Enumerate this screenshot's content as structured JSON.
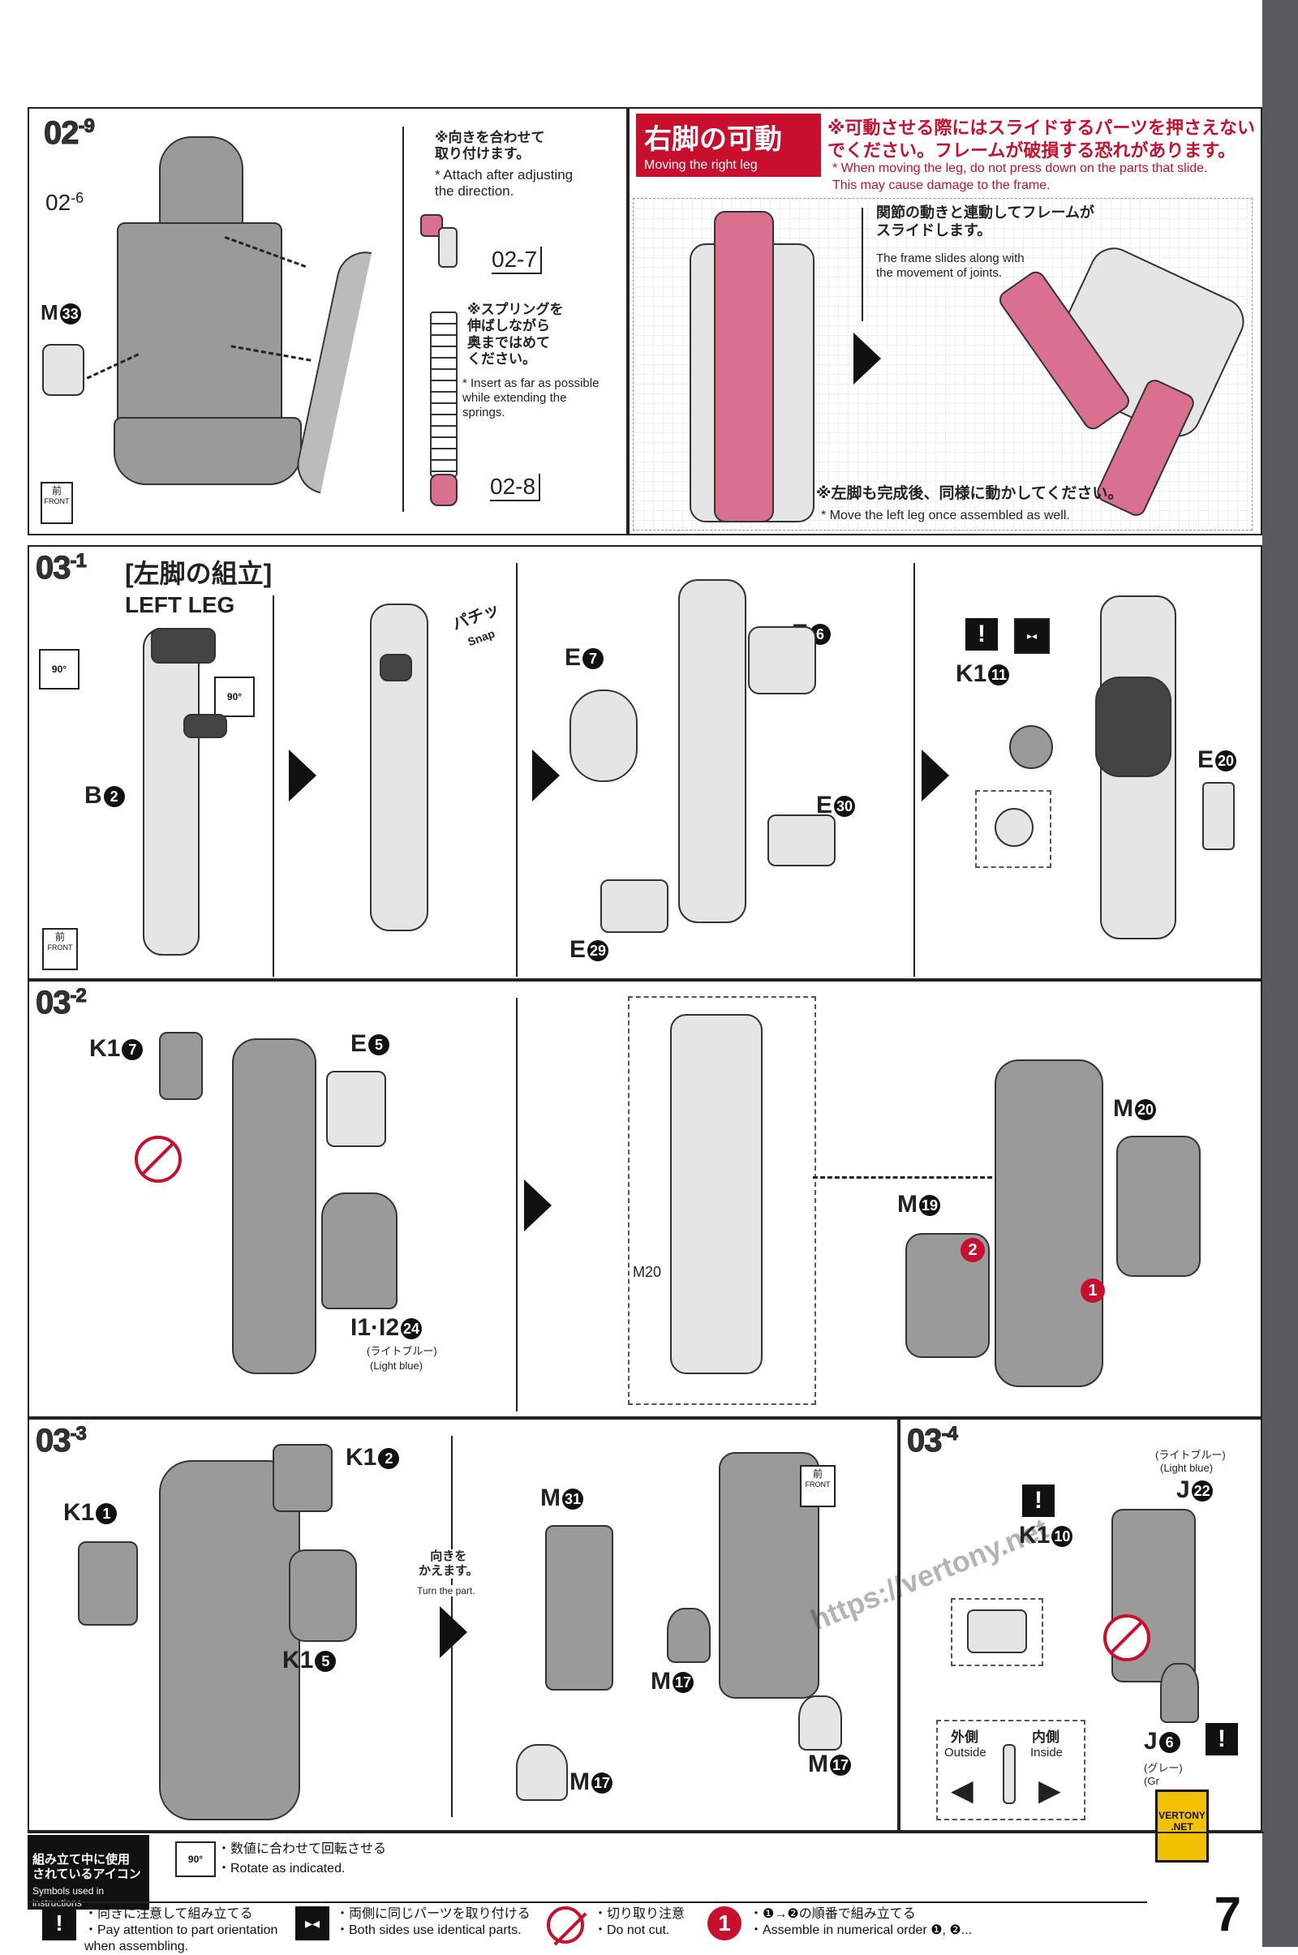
{
  "steps": {
    "s02_9": {
      "num": "02",
      "sub": "-9",
      "ref_a": "02-6",
      "ref_a_num": "02",
      "ref_a_sub": "-6",
      "part_m33": "M",
      "part_m33_n": "33",
      "note1_jp": "※向きを合わせて\n取り付けます。",
      "note1_en": "* Attach after adjusting\nthe direction.",
      "ref_b": "02-7",
      "note2_jp": "※スプリングを\n伸ばしながら\n奥まではめて\nください。",
      "note2_en": "* Insert as far as possible\nwhile extending the\nsprings.",
      "ref_c": "02-8",
      "front_jp": "前",
      "front_en": "FRONT"
    },
    "right_leg": {
      "title_jp": "右脚の可動",
      "title_en": "Moving the right leg",
      "warn_jp": "※可動させる際にはスライドするパーツを押さえない\nでください。フレームが破損する恐れがあります。",
      "warn_en": "* When moving the leg, do not press down on the parts that slide.\nThis may cause damage to the frame.",
      "note_jp": "関節の動きと連動してフレームが\nスライドします。",
      "note_en": "The frame slides along with\nthe movement of joints.",
      "left_jp": "※左脚も完成後、同様に動かしてください。",
      "left_en": "* Move the left leg once assembled as well."
    },
    "s03_1": {
      "num": "03",
      "sub": "-1",
      "title_jp": "[左脚の組立]",
      "title_en": "LEFT LEG",
      "rot1": "90°",
      "rot2": "90°",
      "part_b": "B",
      "part_b_n": "2",
      "snap_jp": "パチッ",
      "snap_en": "Snap",
      "e7": "E",
      "e7_n": "7",
      "e6": "E",
      "e6_n": "6",
      "e30": "E",
      "e30_n": "30",
      "e29": "E",
      "e29_n": "29",
      "k1": "K1",
      "k1_n": "11",
      "e20": "E",
      "e20_n": "20",
      "front_jp": "前",
      "front_en": "FRONT"
    },
    "s03_2": {
      "num": "03",
      "sub": "-2",
      "k1": "K1",
      "k1_n": "7",
      "e5": "E",
      "e5_n": "5",
      "i_part": "I1·I2",
      "i_part_n": "24",
      "i_color_jp": "(ライトブルー)",
      "i_color_en": "(Light blue)",
      "m20_small": "M20",
      "m20": "M",
      "m20_n": "20",
      "m19": "M",
      "m19_n": "19",
      "order1": "1",
      "order2": "2"
    },
    "s03_3": {
      "num": "03",
      "sub": "-3",
      "k1_1": "K1",
      "k1_1_n": "1",
      "k1_2": "K1",
      "k1_2_n": "2",
      "k1_5": "K1",
      "k1_5_n": "5",
      "turn_jp": "向きを\nかえます。",
      "turn_en": "Turn the part.",
      "m31": "M",
      "m31_n": "31",
      "m17a": "M",
      "m17a_n": "17",
      "m17b": "M",
      "m17b_n": "17",
      "m17c": "M",
      "m17c_n": "17",
      "front_jp": "前",
      "front_en": "FRONT"
    },
    "s03_4": {
      "num": "03",
      "sub": "-4",
      "j22_color_jp": "(ライトブルー)",
      "j22_color_en": "(Light blue)",
      "j22": "J",
      "j22_n": "22",
      "k1": "K1",
      "k1_n": "10",
      "j6": "J",
      "j6_n": "6",
      "j6_color_jp": "(グレー)",
      "j6_color_en": "(Gr",
      "outside_jp": "外側",
      "outside_en": "Outside",
      "inside_jp": "内側",
      "inside_en": "Inside"
    }
  },
  "legend": {
    "header_jp": "組み立て中に使用\nされているアイコン",
    "header_en": "Symbols used in instructions",
    "rotate_icon": "90°",
    "rotate_jp": "・数値に合わせて回転させる",
    "rotate_en": "・Rotate as indicated.",
    "excl_icon": "!",
    "excl_jp": "・向きに注意して組み立てる",
    "excl_en": "・Pay attention to part orientation\nwhen assembling.",
    "both_jp": "・両側に同じパーツを取り付ける",
    "both_en": "・Both sides use identical parts.",
    "nocut_jp": "・切り取り注意",
    "nocut_en": "・Do not cut.",
    "order_icon": "1",
    "order_jp": "・❶→❷の順番で組み立てる",
    "order_en": "・Assemble in numerical order ❶, ❷..."
  },
  "watermark": {
    "url": "https://vertony.net",
    "logo_top": "VERTONY",
    "logo_bottom": ".NET"
  },
  "page_number": "7"
}
